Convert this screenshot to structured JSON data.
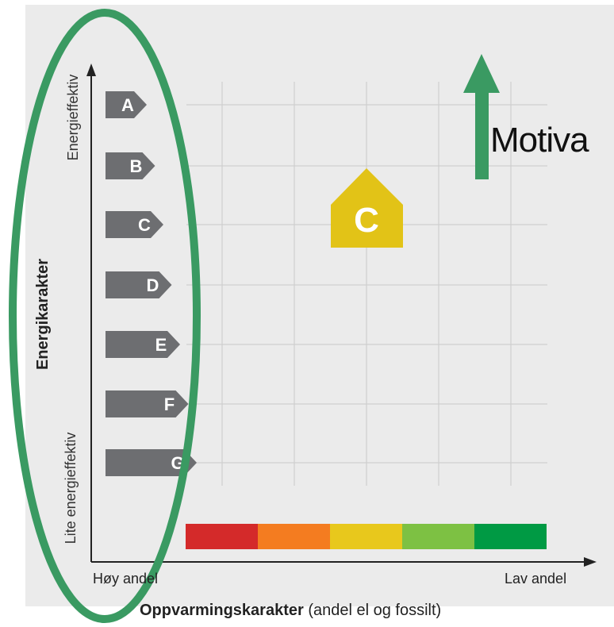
{
  "motivation_text": "Motiva",
  "y_axis": {
    "title": "Energikarakter",
    "top_label": "Energieffektiv",
    "bottom_label": "Lite energieffektiv"
  },
  "x_axis": {
    "title_bold": "Oppvarmingskarakter",
    "title_rest": " (andel el og fossilt)",
    "left_label": "Høy andel",
    "right_label": "Lav andel"
  },
  "energy_grades": [
    "A",
    "B",
    "C",
    "D",
    "E",
    "F",
    "G"
  ],
  "highlight_label": "C",
  "colors": {
    "background": "#ebebeb",
    "grade_tag": "#6d6e71",
    "highlight_house": "#e2c317",
    "arrow": "#3a9a62",
    "ellipse": "#3a9a62",
    "heating_scale": [
      "#d42a2a",
      "#f47c20",
      "#e8c81c",
      "#7dc143",
      "#009a44"
    ]
  }
}
